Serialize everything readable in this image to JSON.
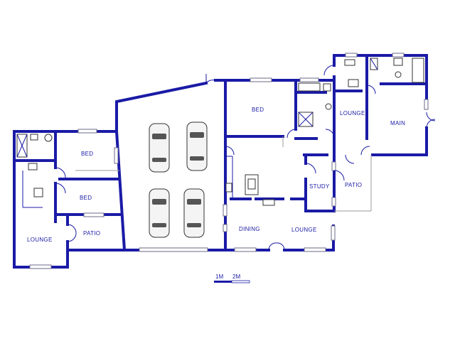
{
  "rooms": {
    "bed_top": "BED",
    "lounge_top": "LOUNGE",
    "main": "MAIN",
    "bed_left_upper": "BED",
    "bed_left_lower": "BED",
    "study": "STUDY",
    "patio_right": "PATIO",
    "lounge_left": "LOUNGE",
    "patio_left": "PATIO",
    "dining": "DINING",
    "lounge_bottom": "LOUNGE"
  },
  "scale": {
    "label_1": "1M",
    "label_2": "2M"
  },
  "colors": {
    "wall": "#1a1aa6",
    "background": "#ffffff"
  }
}
